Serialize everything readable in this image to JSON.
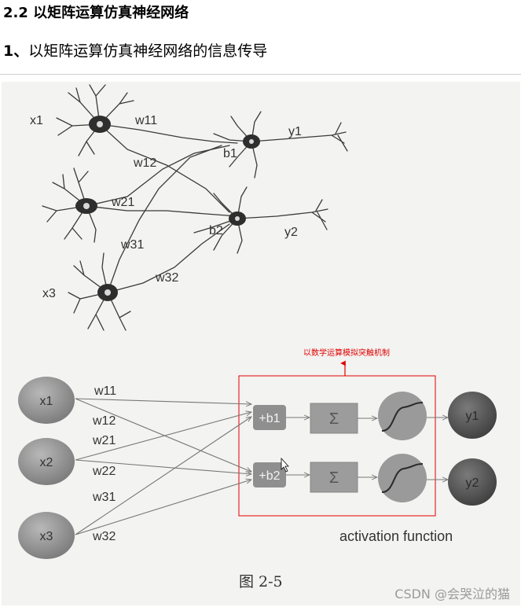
{
  "heading": {
    "main": "2.2 以矩阵运算仿真神经网络",
    "sub_num": "1、",
    "sub_text": "以矩阵运算仿真神经网络的信息传导"
  },
  "bio_labels": {
    "x1": "x1",
    "x3": "x3",
    "w11": "w11",
    "w12": "w12",
    "w21": "w21",
    "w31": "w31",
    "w32": "w32",
    "b1": "b1",
    "b2": "b2",
    "y1": "y1",
    "y2": "y2"
  },
  "annotation": "以数学运算模拟突触机制",
  "model": {
    "inputs": [
      "x1",
      "x2",
      "x3"
    ],
    "weights": [
      "w11",
      "w12",
      "w21",
      "w22",
      "w31",
      "w32"
    ],
    "bias": [
      "+b1",
      "+b2"
    ],
    "sum_symbol": "Σ",
    "outputs": [
      "y1",
      "y2"
    ],
    "activation_label": "activation function"
  },
  "caption": "图 2-5",
  "watermark": "CSDN @会哭泣的猫",
  "colors": {
    "annotation": "#e00000",
    "node": "#8a8a8a",
    "box": "#9c9c9c"
  }
}
